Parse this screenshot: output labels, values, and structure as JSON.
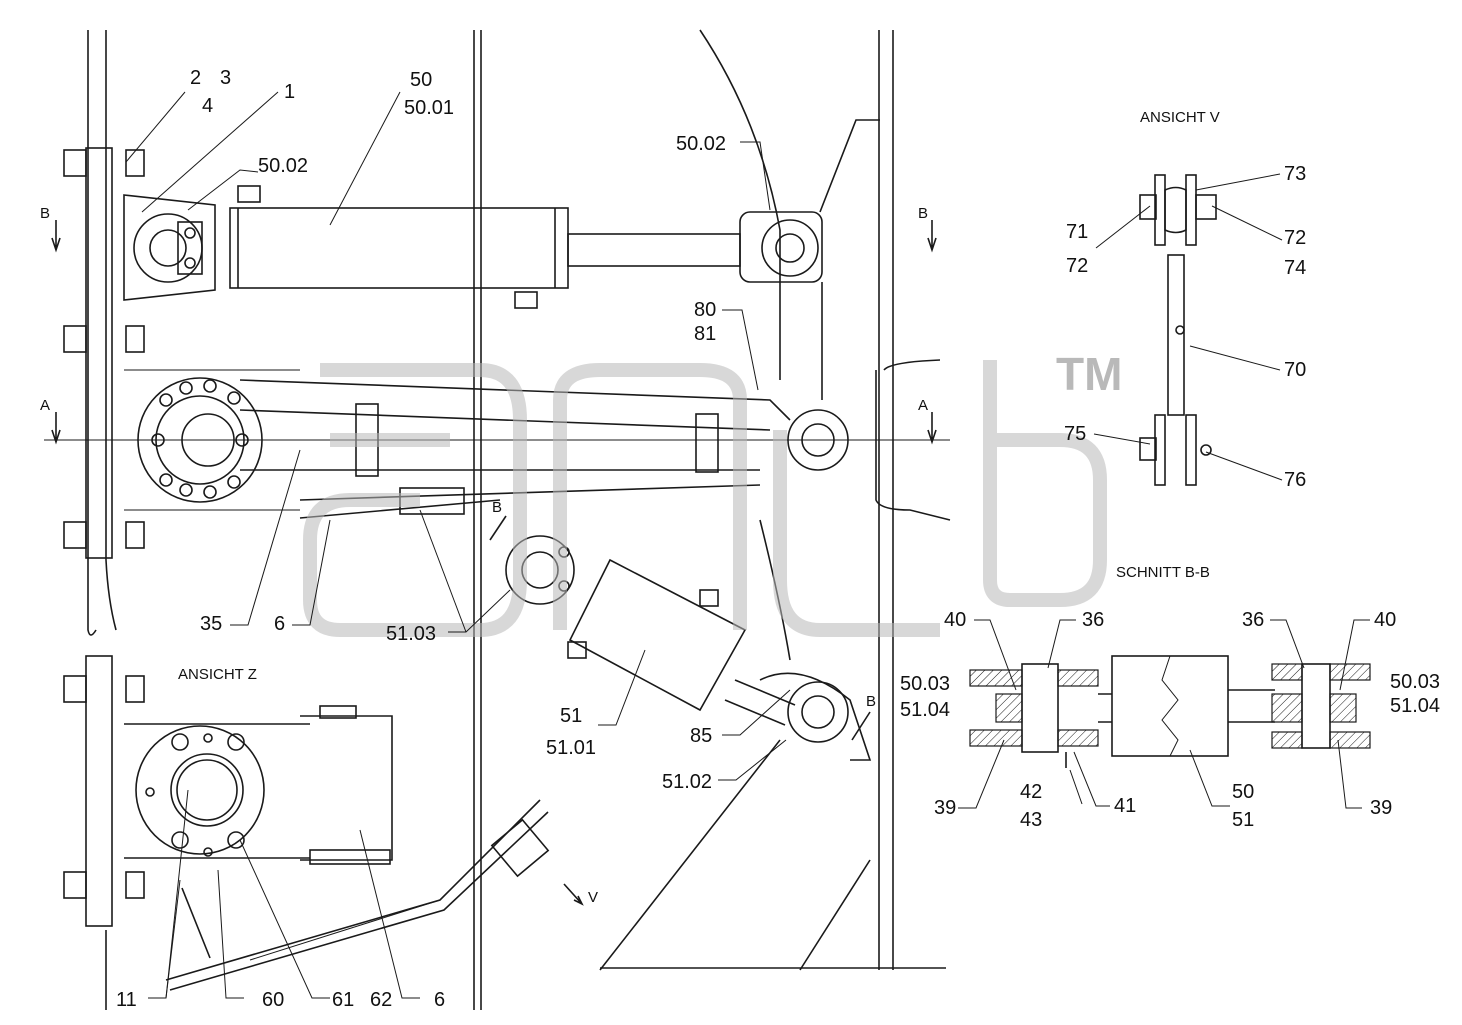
{
  "views": {
    "ansicht_v": "ANSICHT  V",
    "schnitt_bb": "SCHNITT B-B",
    "ansicht_z": "ANSICHT  Z"
  },
  "section_markers": {
    "b_left": "B",
    "b_right": "B",
    "a_left": "A",
    "a_right": "A",
    "b_mid": "B",
    "b_lower": "B",
    "v": "V"
  },
  "watermark": {
    "mark": "TM"
  },
  "part_labels": {
    "p2": "2",
    "p3": "3",
    "p4": "4",
    "p1": "1",
    "p50": "50",
    "p50_01": "50.01",
    "p50_02_left": "50.02",
    "p50_02_right": "50.02",
    "p80": "80",
    "p81": "81",
    "p35": "35",
    "p6_mid": "6",
    "p51_03": "51.03",
    "p51": "51",
    "p51_01": "51.01",
    "p85": "85",
    "p51_02": "51.02",
    "p11": "11",
    "p60": "60",
    "p61": "61",
    "p62": "62",
    "p6_bottom": "6",
    "p73": "73",
    "p71": "71",
    "p72_left": "72",
    "p72_right": "72",
    "p74": "74",
    "p70": "70",
    "p75": "75",
    "p76": "76",
    "p36_left": "36",
    "p40_left": "40",
    "p36_right": "36",
    "p40_right": "40",
    "p50_03_left": "50.03",
    "p51_04_left": "51.04",
    "p50_03_right": "50.03",
    "p51_04_right": "51.04",
    "p39_left": "39",
    "p42": "42",
    "p43": "43",
    "p41": "41",
    "p50_bb": "50",
    "p51_bb": "51",
    "p39_right": "39"
  }
}
